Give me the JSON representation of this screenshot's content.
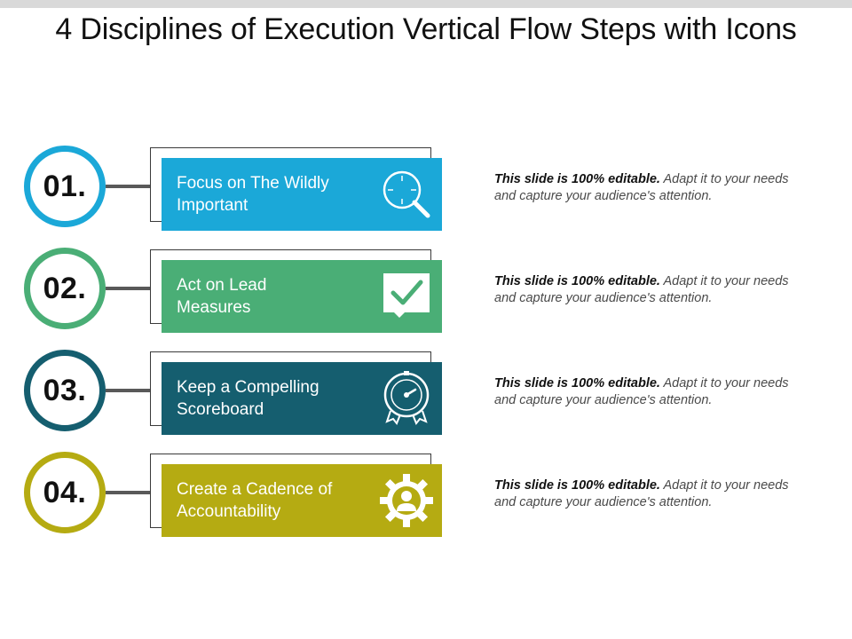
{
  "title": "4 Disciplines of Execution Vertical Flow Steps with Icons",
  "steps": [
    {
      "number": "01.",
      "label_line1": "Focus on The Wildly",
      "label_line2": "Important",
      "color": "#1ba8d8",
      "icon": "magnifier-target-icon",
      "desc_bold": "This slide is 100% editable.",
      "desc_line1": "Adapt it to your needs",
      "desc_line2": "and capture your audience's attention."
    },
    {
      "number": "02.",
      "label_line1": "Act on Lead",
      "label_line2": "Measures",
      "color": "#4aae76",
      "icon": "checkmark-bubble-icon",
      "desc_bold": "This slide is 100% editable.",
      "desc_line1": "Adapt it to your needs",
      "desc_line2": "and capture your audience's attention."
    },
    {
      "number": "03.",
      "label_line1": "Keep a Compelling",
      "label_line2": "Scoreboard",
      "color": "#155e6f",
      "icon": "gauge-badge-icon",
      "desc_bold": "This slide is 100% editable.",
      "desc_line1": "Adapt it to your needs",
      "desc_line2": "and capture your audience's attention."
    },
    {
      "number": "04.",
      "label_line1": "Create a Cadence of",
      "label_line2": "Accountability",
      "color": "#b5ab12",
      "icon": "gear-person-icon",
      "desc_bold": "This slide is 100% editable.",
      "desc_line1": "Adapt it to your needs",
      "desc_line2": "and capture your audience's attention."
    }
  ]
}
